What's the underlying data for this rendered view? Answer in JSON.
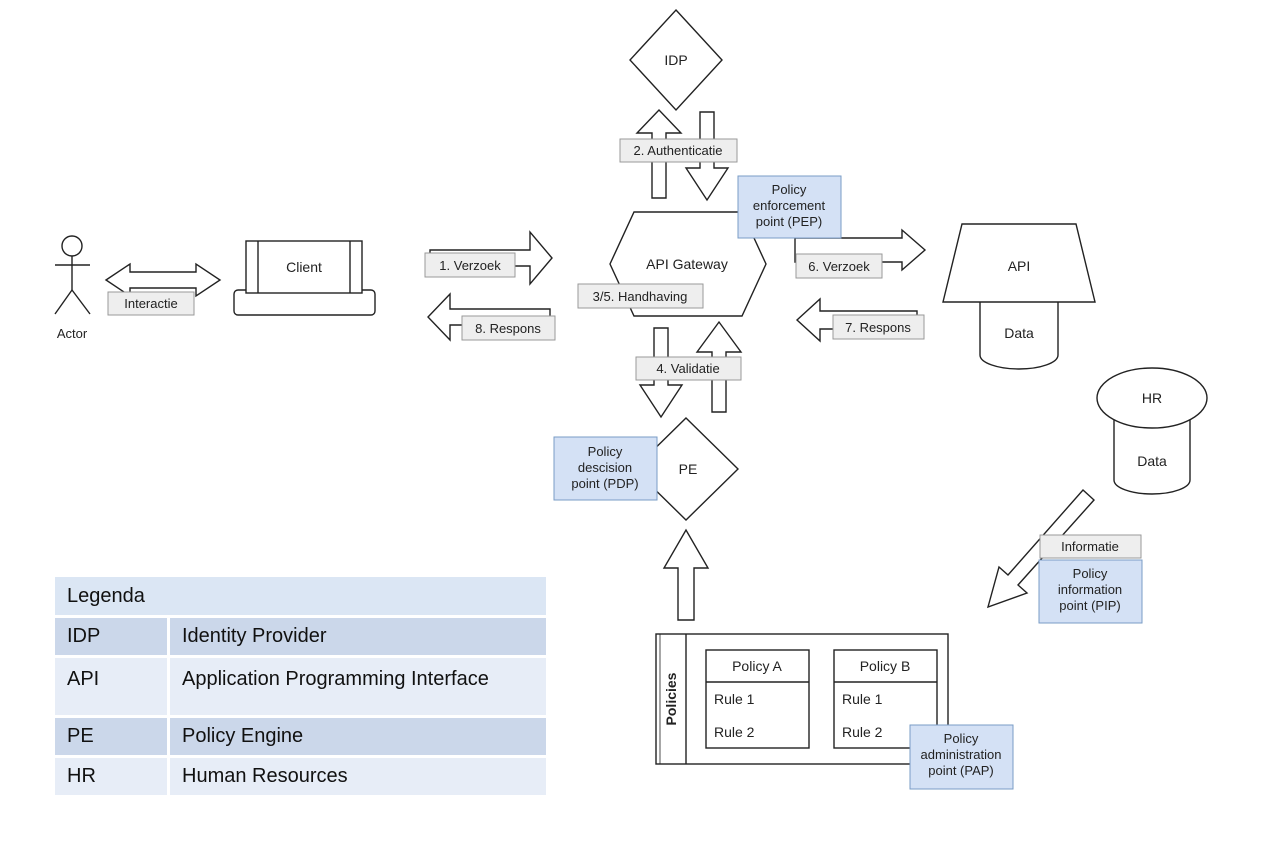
{
  "nodes": {
    "idp": "IDP",
    "actor": "Actor",
    "client": "Client",
    "api_gateway": "API Gateway",
    "api": "API",
    "api_data": "Data",
    "hr": "HR",
    "hr_data": "Data",
    "pe": "PE"
  },
  "edges": {
    "interactie": "Interactie",
    "verzoek_1": "1. Verzoek",
    "respons_8": "8. Respons",
    "authenticatie_2": "2. Authenticatie",
    "handhaving_35": "3/5. Handhaving",
    "validatie_4": "4. Validatie",
    "verzoek_6": "6. Verzoek",
    "respons_7": "7. Respons",
    "informatie": "Informatie"
  },
  "annotations": {
    "pep": [
      "Policy",
      "enforcement",
      "point (PEP)"
    ],
    "pdp": [
      "Policy",
      "descision",
      "point (PDP)"
    ],
    "pip": [
      "Policy",
      "information",
      "point (PIP)"
    ],
    "pap": [
      "Policy",
      "administration",
      "point (PAP)"
    ]
  },
  "policies": {
    "title": "Policies",
    "policy_a": {
      "name": "Policy A",
      "rules": [
        "Rule 1",
        "Rule 2"
      ]
    },
    "policy_b": {
      "name": "Policy B",
      "rules": [
        "Rule 1",
        "Rule 2"
      ]
    }
  },
  "legend": {
    "title": "Legenda",
    "rows": [
      {
        "abbr": "IDP",
        "meaning": "Identity Provider"
      },
      {
        "abbr": "API",
        "meaning": "Application Programming Interface"
      },
      {
        "abbr": "PE",
        "meaning": "Policy Engine"
      },
      {
        "abbr": "HR",
        "meaning": "Human Resources"
      }
    ]
  },
  "colors": {
    "annotation_fill": "#d4e1f5",
    "label_fill": "#eeeeee",
    "legend_header": "#dbe6f4",
    "legend_row_dark": "#cbd7ea",
    "legend_row_light": "#e7edf7"
  }
}
